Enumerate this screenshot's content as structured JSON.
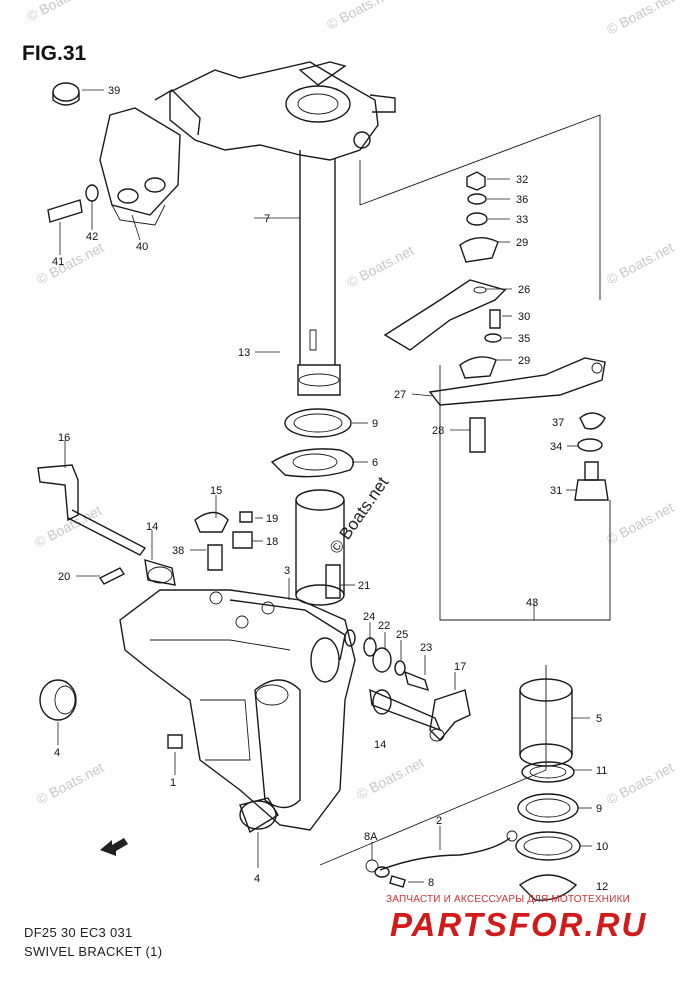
{
  "figure": {
    "title": "FIG.31",
    "diagram_code": "DF25 30 EC3  031",
    "diagram_name": "SWIVEL BRACKET (1)"
  },
  "callouts": {
    "c39": "39",
    "c40": "40",
    "c41": "41",
    "c42": "42",
    "c7": "7",
    "c13": "13",
    "c9a": "9",
    "c6": "6",
    "c3": "3",
    "c21": "21",
    "c32": "32",
    "c36": "36",
    "c33": "33",
    "c29a": "29",
    "c26": "26",
    "c30": "30",
    "c35": "35",
    "c29b": "29",
    "c27": "27",
    "c37": "37",
    "c28": "28",
    "c34": "34",
    "c31": "31",
    "c43": "43",
    "c16": "16",
    "c15": "15",
    "c19": "19",
    "c18": "18",
    "c38": "38",
    "c14a": "14",
    "c20": "20",
    "c24": "24",
    "c22": "22",
    "c25": "25",
    "c23": "23",
    "c17": "17",
    "c14b": "14",
    "c4a": "4",
    "c1": "1",
    "c4b": "4",
    "c5": "5",
    "c11": "11",
    "c9b": "9",
    "c10": "10",
    "c12": "12",
    "c2": "2",
    "c8a": "8A",
    "c8": "8"
  },
  "watermarks": {
    "site": "© Boats.net"
  },
  "brand": {
    "tagline": "ЗАПЧАСТИ И АКСЕССУАРЫ ДЛЯ МОТОТЕХНИКИ",
    "logo": "PARTSFOR.RU",
    "logo_color": "#d21a1a"
  },
  "icons": {
    "front_arrow": "front-direction-arrow-icon"
  }
}
